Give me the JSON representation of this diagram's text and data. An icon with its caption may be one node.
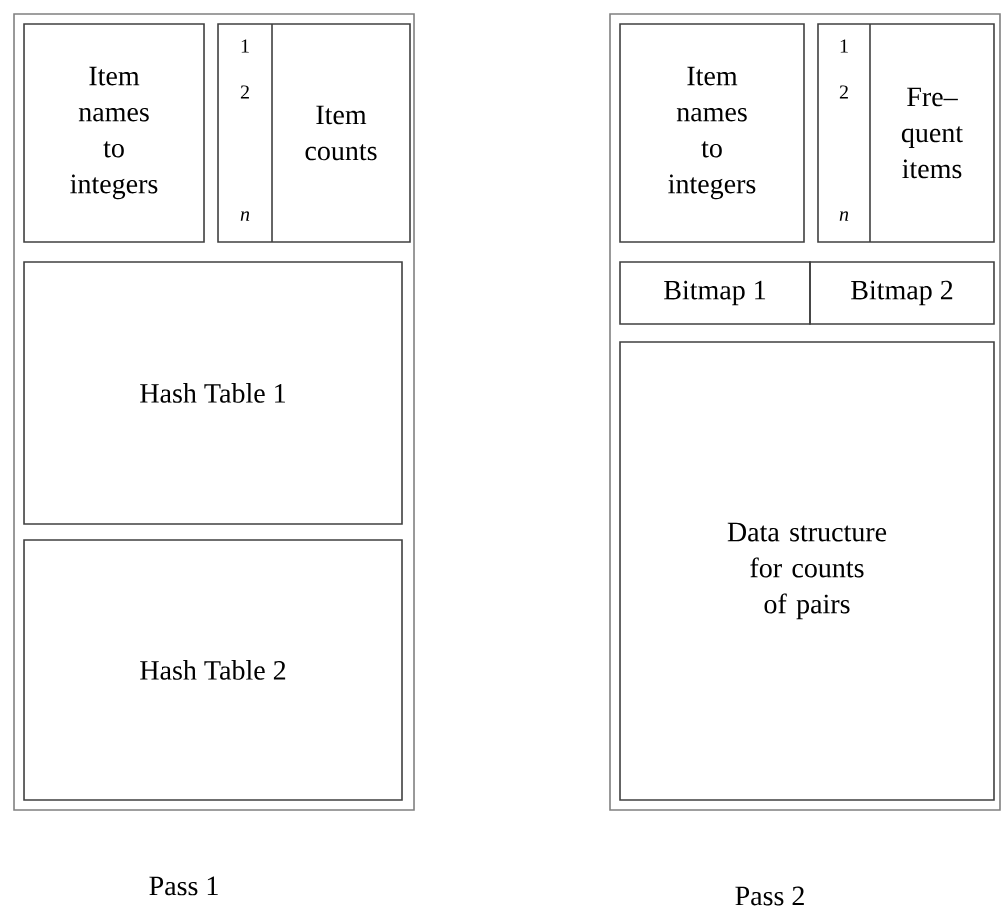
{
  "diagram": {
    "nodes": [
      {
        "text": [],
        "shape": "box",
        "beside": [
          "Pass 1"
        ]
      },
      {
        "text": [
          "Item names to integers"
        ],
        "in": 0
      },
      {
        "text": [
          "1",
          "2",
          "n",
          "Item counts"
        ],
        "in": 0
      },
      {
        "text": [
          "Hash Table 1"
        ],
        "in": 0
      },
      {
        "text": [
          "Hash Table 2"
        ],
        "in": 0
      },
      {
        "text": [],
        "shape": "box",
        "beside": [
          "Pass 2"
        ]
      },
      {
        "text": [
          "Item names to integers"
        ],
        "in": 5
      },
      {
        "text": [
          "1",
          "2",
          "n",
          "Fre– quent items"
        ],
        "in": 5
      },
      {
        "text": [
          "Bitmap 1"
        ],
        "in": 5
      },
      {
        "text": [
          "Bitmap 2"
        ],
        "in": 5
      },
      {
        "text": [
          "Data structure for counts of pairs"
        ],
        "in": 5
      }
    ]
  }
}
